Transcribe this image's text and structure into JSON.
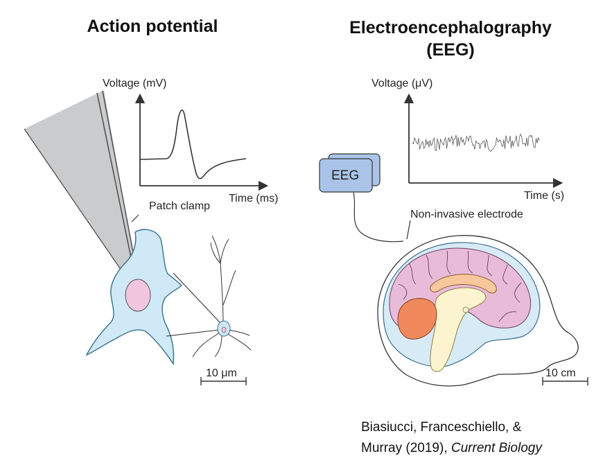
{
  "titles": {
    "left": "Action potential",
    "right_line1": "Electroencephalography",
    "right_line2": "(EEG)"
  },
  "left_panel": {
    "y_axis_label": "Voltage (mV)",
    "x_axis_label": "Time (ms)",
    "patch_clamp_label": "Patch clamp",
    "scale_bar_label": "10 μm"
  },
  "right_panel": {
    "y_axis_label": "Voltage (μV)",
    "x_axis_label": "Time (s)",
    "eeg_box_label": "EEG",
    "electrode_label": "Non-invasive electrode",
    "scale_bar_label": "10 cm"
  },
  "citation": {
    "line1": "Biasiucci, Franceschiello, &",
    "line2_prefix": "Murray (2019), ",
    "line2_journal": "Current Biology"
  },
  "colors": {
    "cell_fill": "#cfe9f7",
    "cell_stroke": "#3a6d8c",
    "nucleus_fill": "#f2c6de",
    "pipette_fill": "#c9cbcc",
    "eeg_box_fill": "#a9c4e8",
    "cortex_fill": "#e8bcd9",
    "cerebellum_fill": "#f08a5d",
    "brainstem_fill": "#fbf4cf",
    "corpus_fill": "#f9c79c",
    "skull_fill": "#d7ebf7"
  }
}
